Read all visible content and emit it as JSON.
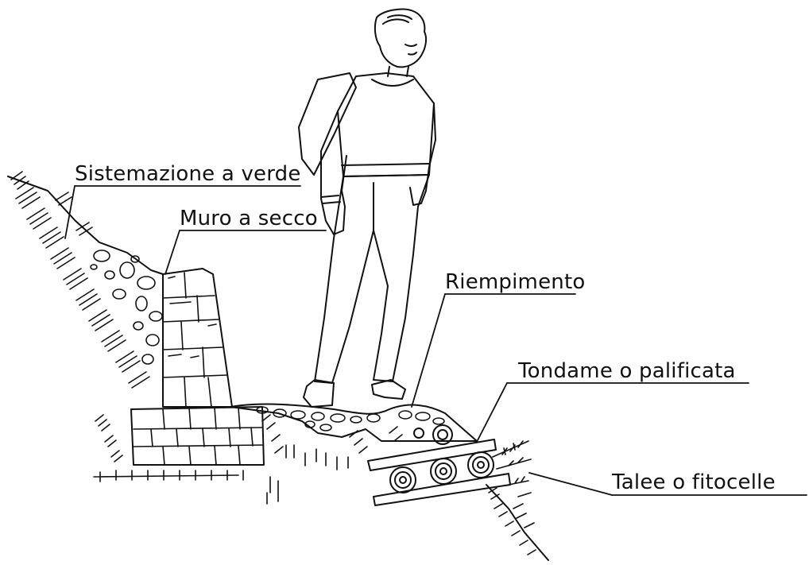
{
  "labels": {
    "greening": "Sistemazione a verde",
    "drywall": "Muro a secco",
    "fill": "Riempimento",
    "logs": "Tondame o palificata",
    "cuttings": "Talee o fitocelle"
  },
  "colors": {
    "ink": "#111111",
    "paper": "#ffffff"
  }
}
